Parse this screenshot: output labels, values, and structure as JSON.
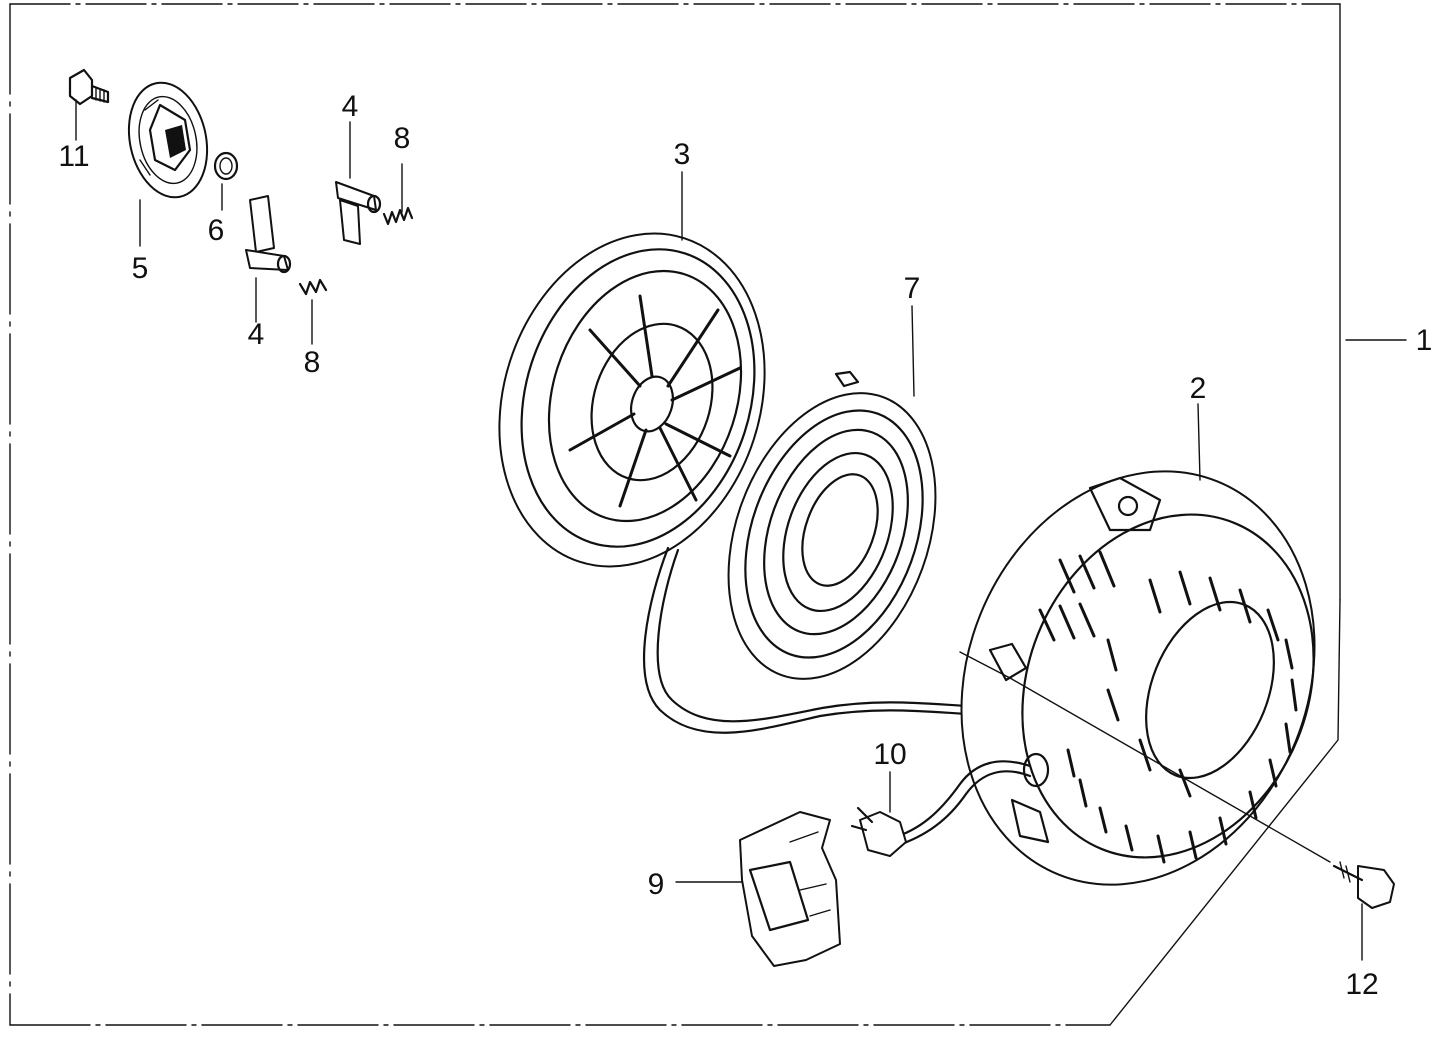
{
  "diagram": {
    "parts": [
      {
        "id": "p1",
        "label": "1"
      },
      {
        "id": "p2",
        "label": "2"
      },
      {
        "id": "p3",
        "label": "3"
      },
      {
        "id": "p4a",
        "label": "4"
      },
      {
        "id": "p4b",
        "label": "4"
      },
      {
        "id": "p5",
        "label": "5"
      },
      {
        "id": "p6",
        "label": "6"
      },
      {
        "id": "p7",
        "label": "7"
      },
      {
        "id": "p8a",
        "label": "8"
      },
      {
        "id": "p8b",
        "label": "8"
      },
      {
        "id": "p9",
        "label": "9"
      },
      {
        "id": "p10",
        "label": "10"
      },
      {
        "id": "p11",
        "label": "11"
      },
      {
        "id": "p12",
        "label": "12"
      }
    ]
  }
}
